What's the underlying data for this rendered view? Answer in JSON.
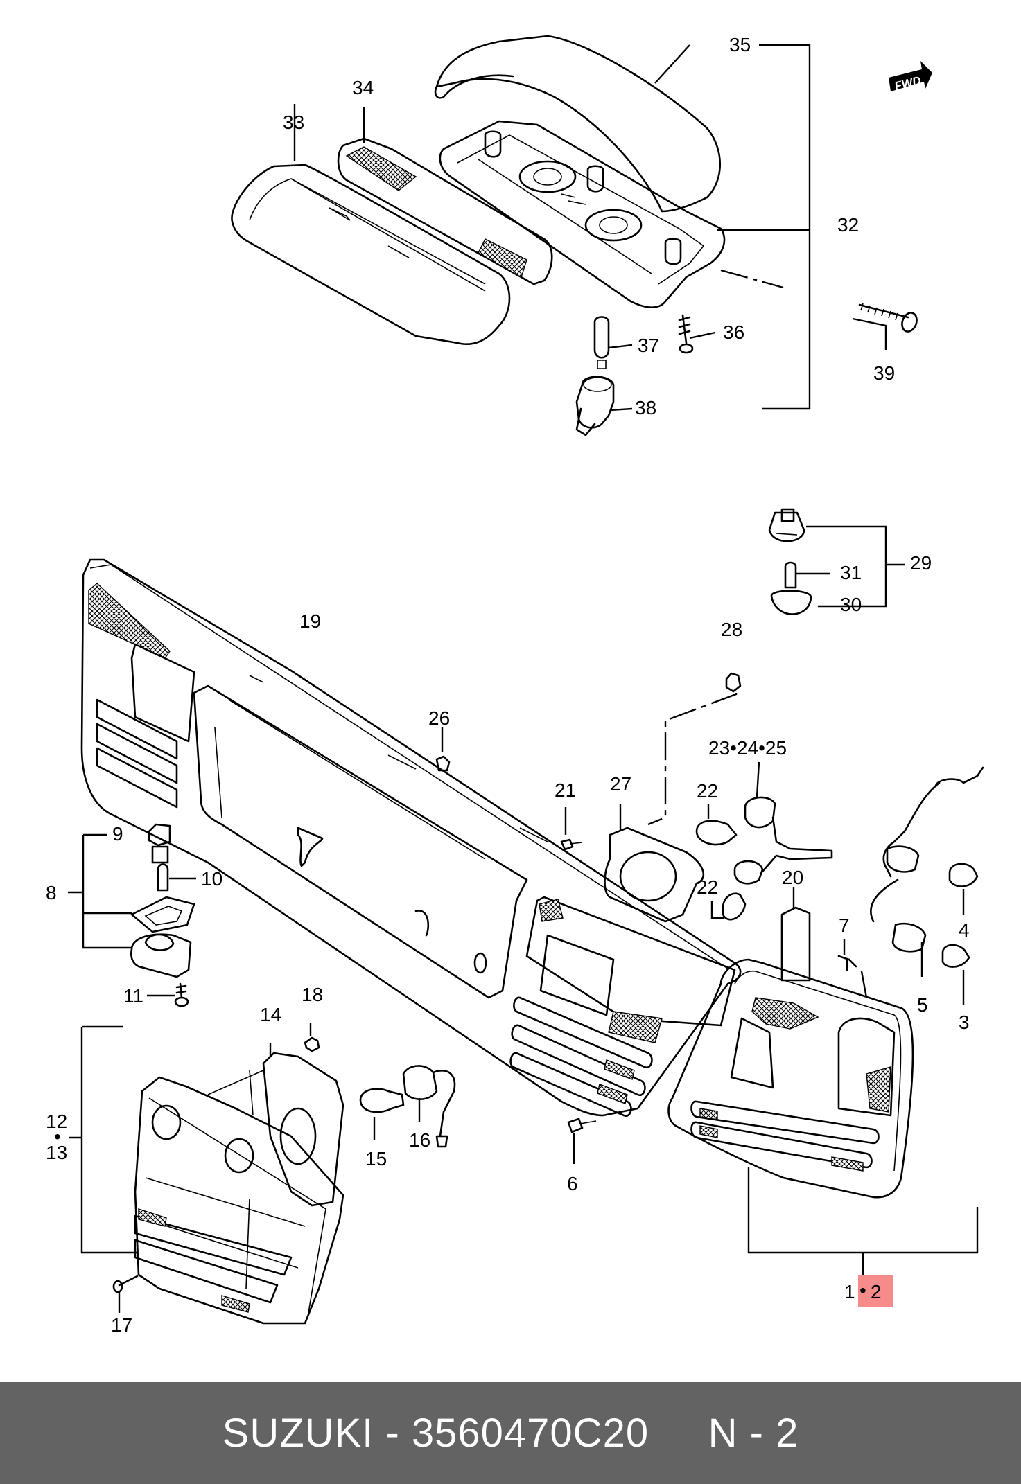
{
  "diagram": {
    "fwd_badge": "FWD",
    "labels": [
      {
        "id": "35",
        "text": "35"
      },
      {
        "id": "34",
        "text": "34"
      },
      {
        "id": "33",
        "text": "33"
      },
      {
        "id": "32",
        "text": "32"
      },
      {
        "id": "36",
        "text": "36"
      },
      {
        "id": "37",
        "text": "37"
      },
      {
        "id": "38",
        "text": "38"
      },
      {
        "id": "39",
        "text": "39"
      },
      {
        "id": "29",
        "text": "29"
      },
      {
        "id": "31",
        "text": "31"
      },
      {
        "id": "30",
        "text": "30"
      },
      {
        "id": "19",
        "text": "19"
      },
      {
        "id": "28",
        "text": "28"
      },
      {
        "id": "26",
        "text": "26"
      },
      {
        "id": "23-24-25",
        "text": "23•24•25"
      },
      {
        "id": "21",
        "text": "21"
      },
      {
        "id": "27",
        "text": "27"
      },
      {
        "id": "22a",
        "text": "22"
      },
      {
        "id": "22b",
        "text": "22"
      },
      {
        "id": "20",
        "text": "20"
      },
      {
        "id": "9",
        "text": "9"
      },
      {
        "id": "10",
        "text": "10"
      },
      {
        "id": "8",
        "text": "8"
      },
      {
        "id": "11",
        "text": "11"
      },
      {
        "id": "7",
        "text": "7"
      },
      {
        "id": "4",
        "text": "4"
      },
      {
        "id": "5",
        "text": "5"
      },
      {
        "id": "3",
        "text": "3"
      },
      {
        "id": "18",
        "text": "18"
      },
      {
        "id": "14",
        "text": "14"
      },
      {
        "id": "12-13a",
        "text": "12"
      },
      {
        "id": "12-13b",
        "text": "•"
      },
      {
        "id": "12-13c",
        "text": "13"
      },
      {
        "id": "15",
        "text": "15"
      },
      {
        "id": "16",
        "text": "16"
      },
      {
        "id": "6",
        "text": "6"
      },
      {
        "id": "17",
        "text": "17"
      },
      {
        "id": "1",
        "text": "1"
      },
      {
        "id": "1dot",
        "text": "•"
      },
      {
        "id": "2",
        "text": "2"
      }
    ],
    "highlight_color": "#f58b8b"
  },
  "footer": {
    "text": "SUZUKI - 3560470C20     N - 2"
  }
}
